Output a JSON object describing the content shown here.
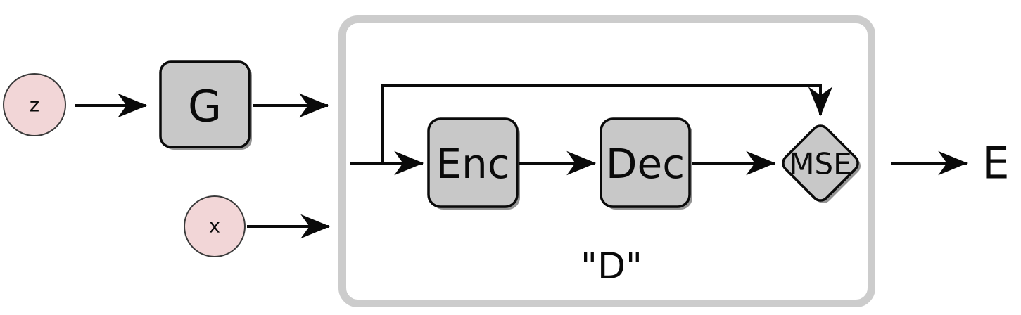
{
  "diagram": {
    "title": "GAN with autoencoder discriminator",
    "type": "flow-diagram",
    "colors": {
      "circle_fill": "#f2d6d7",
      "box_fill": "#c8c8c8",
      "box_stroke": "#0a0a0a",
      "container_stroke": "#cccccc",
      "arrow": "#0a0a0a",
      "background": "#ffffff"
    },
    "nodes": {
      "noise": {
        "label": "z",
        "shape": "circle"
      },
      "generator": {
        "label": "G",
        "shape": "rounded-rect"
      },
      "real_input": {
        "label": "x",
        "shape": "circle"
      },
      "encoder": {
        "label": "Enc",
        "shape": "rounded-rect"
      },
      "decoder": {
        "label": "Dec",
        "shape": "rounded-rect"
      },
      "mse": {
        "label": "MSE",
        "shape": "diamond"
      },
      "output": {
        "label": "E",
        "shape": "text"
      },
      "container": {
        "label": "\"D\"",
        "shape": "rounded-rect-outline"
      }
    },
    "edges": [
      {
        "from": "z",
        "to": "G"
      },
      {
        "from": "G",
        "to": "D"
      },
      {
        "from": "x",
        "to": "D"
      },
      {
        "from": "input",
        "to": "Enc"
      },
      {
        "from": "Enc",
        "to": "Dec"
      },
      {
        "from": "Dec",
        "to": "MSE"
      },
      {
        "from": "input-skip",
        "to": "MSE"
      },
      {
        "from": "MSE",
        "to": "E"
      }
    ]
  }
}
